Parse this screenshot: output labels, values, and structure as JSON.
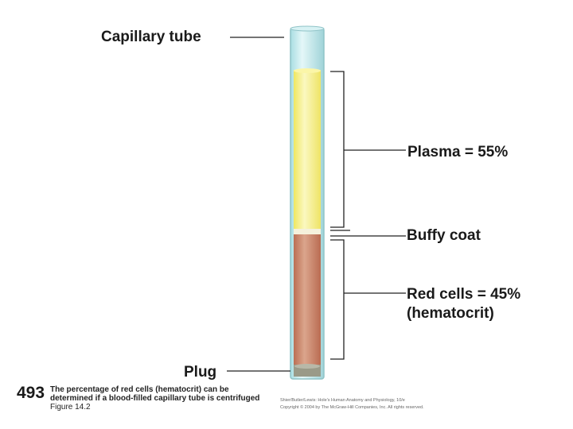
{
  "labels": {
    "capillary_tube": "Capillary tube",
    "plasma": "Plasma = 55%",
    "buffy_coat": "Buffy coat",
    "red_cells": "Red cells = 45%",
    "hematocrit": "(hematocrit)",
    "plug": "Plug"
  },
  "caption": {
    "number": "493",
    "line1": "The percentage of red cells (hematocrit) can be",
    "line2": "determined if a blood-filled capillary tube is centrifuged",
    "figure": "Figure 14.2"
  },
  "credit": {
    "line1": "Shier/Butler/Lewis: Hole's Human Anatomy and Physiology, 10/e",
    "line2": "Copyright © 2004 by The McGraw-Hill Companies, Inc. All rights reserved."
  },
  "fractions": {
    "plasma": 0.55,
    "red_cells": 0.45
  },
  "colors": {
    "tube_glass": "#c8ecef",
    "tube_outline": "#8fc3c7",
    "plasma": "#f4ef74",
    "plasma_highlight": "#fbf8c0",
    "buffy_coat": "#f5f1dc",
    "red_cells": "#c57c60",
    "red_cells_highlight": "#dba58c",
    "plug": "#9a9a88",
    "lines": "#222222"
  }
}
